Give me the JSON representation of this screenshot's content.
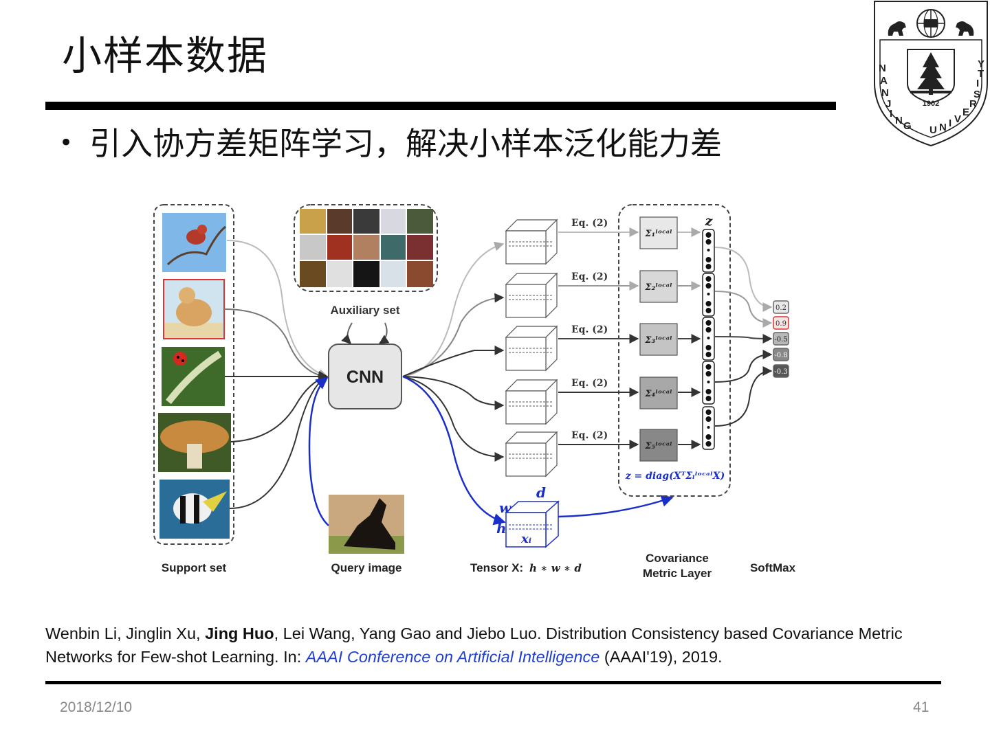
{
  "slide": {
    "title": "小样本数据",
    "bullet": "引入协方差矩阵学习，解决小样本泛化能力差",
    "date": "2018/12/10",
    "page_number": "41"
  },
  "logo": {
    "year": "1902",
    "ring_text_left": "NANJING",
    "ring_text_right": "UNIVERSITY"
  },
  "diagram": {
    "support_label": "Support set",
    "auxiliary_label": "Auxiliary set",
    "query_label": "Query image",
    "cnn_label": "CNN",
    "tensor_label": "Tensor X:",
    "tensor_formula": "h ∗ w ∗ d",
    "covariance_label_line1": "Covariance",
    "covariance_label_line2": "Metric Layer",
    "softmax_label": "SoftMax",
    "eq_label": "Eq. (2)",
    "z_label": "z",
    "z_formula": "z = diag(XᵀΣᵢˡᵒᶜᵃˡX)",
    "sigma_labels": [
      "Σ₁ˡᵒᶜᵃˡ",
      "Σ₂ˡᵒᶜᵃˡ",
      "Σ₃ˡᵒᶜᵃˡ",
      "Σ₄ˡᵒᶜᵃˡ",
      "Σ₅ˡᵒᶜᵃˡ"
    ],
    "softmax_values": [
      "0.2",
      "0.9",
      "-0.5",
      "-0.8",
      "-0.3"
    ],
    "tensor_dims": {
      "d": "d",
      "w": "w",
      "h": "h",
      "x": "xᵢ"
    },
    "support_images": [
      "bird",
      "dog",
      "ladybug",
      "mushroom",
      "fish"
    ],
    "query_image": "doberman"
  },
  "citation": {
    "authors_before": "Wenbin Li, Jinglin Xu, ",
    "author_bold": "Jing Huo",
    "authors_after": ", Lei Wang, Yang Gao and Jiebo Luo. Distribution Consistency based Covariance Metric Networks for Few-shot Learning. In: ",
    "venue": "AAAI Conference on Artificial Intelligence",
    "venue_tail": " (AAAI'19), 2019."
  }
}
